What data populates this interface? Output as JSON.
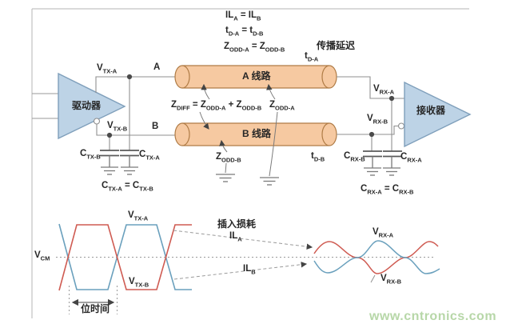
{
  "colors": {
    "driver_fill": "#bdd3e6",
    "driver_stroke": "#7f9fbb",
    "line_fill": "#f6c9a1",
    "line_stroke": "#b07c46",
    "wire": "#8f8f8f",
    "waveform_red": "#cf5b52",
    "waveform_blue": "#6aa0bd",
    "watermark": "#b7d7a8",
    "text": "#262626"
  },
  "labels": {
    "eq_il": [
      {
        "t": "IL",
        "s": "A"
      },
      {
        "t": " = "
      },
      {
        "t": "IL",
        "s": "B"
      }
    ],
    "eq_td": [
      {
        "t": "t",
        "s": "D-A"
      },
      {
        "t": " = "
      },
      {
        "t": "t",
        "s": "D-B"
      }
    ],
    "eq_zodd": [
      {
        "t": "Z",
        "s": "ODD-A"
      },
      {
        "t": " = "
      },
      {
        "t": "Z",
        "s": "ODD-B"
      }
    ],
    "prop_delay": "传播延迟",
    "t_da": [
      {
        "t": "t",
        "s": "D-A"
      }
    ],
    "t_db": [
      {
        "t": "t",
        "s": "D-B"
      }
    ],
    "v_tx_a": [
      {
        "t": "V",
        "s": "TX-A"
      }
    ],
    "v_tx_b": [
      {
        "t": "V",
        "s": "TX-B"
      }
    ],
    "v_rx_a": [
      {
        "t": "V",
        "s": "RX-A"
      }
    ],
    "v_rx_b": [
      {
        "t": "V",
        "s": "RX-B"
      }
    ],
    "net_a": "A",
    "net_b": "B",
    "driver": "驱动器",
    "receiver": "接收器",
    "line_a": "A 线路",
    "line_b": "B 线路",
    "z_diff": [
      {
        "t": "Z",
        "s": "DIFF"
      },
      {
        "t": " = "
      },
      {
        "t": "Z",
        "s": "ODD-A"
      },
      {
        "t": " + "
      },
      {
        "t": "Z",
        "s": "ODD-B"
      }
    ],
    "z_odd_a": [
      {
        "t": "Z",
        "s": "ODD-A"
      }
    ],
    "z_odd_b": [
      {
        "t": "Z",
        "s": "ODD-B"
      }
    ],
    "c_tx_a": [
      {
        "t": "C",
        "s": "TX-A"
      }
    ],
    "c_tx_b": [
      {
        "t": "C",
        "s": "TX-B"
      }
    ],
    "eq_ctx": [
      {
        "t": "C",
        "s": "TX-A"
      },
      {
        "t": " = "
      },
      {
        "t": "C",
        "s": "TX-B"
      }
    ],
    "c_rx_a": [
      {
        "t": "C",
        "s": "RX-A"
      }
    ],
    "c_rx_b": [
      {
        "t": "C",
        "s": "RX-B"
      }
    ],
    "eq_crx": [
      {
        "t": "C",
        "s": "RX-A"
      },
      {
        "t": " = "
      },
      {
        "t": "C",
        "s": "RX-B"
      }
    ],
    "v_cm": [
      {
        "t": "V",
        "s": "CM"
      }
    ],
    "wf_v_tx_a": [
      {
        "t": "V",
        "s": "TX-A"
      }
    ],
    "wf_v_tx_b": [
      {
        "t": "V",
        "s": "TX-B"
      }
    ],
    "wf_v_rx_a": [
      {
        "t": "V",
        "s": "RX-A"
      }
    ],
    "wf_v_rx_b": [
      {
        "t": "V",
        "s": "RX-B"
      }
    ],
    "bit_time": "位时间",
    "insertion_loss": "插入损耗",
    "il_a": [
      {
        "t": "IL",
        "s": "A"
      }
    ],
    "il_b": [
      {
        "t": "IL",
        "s": "B"
      }
    ],
    "watermark": "www.cntronics.com"
  }
}
